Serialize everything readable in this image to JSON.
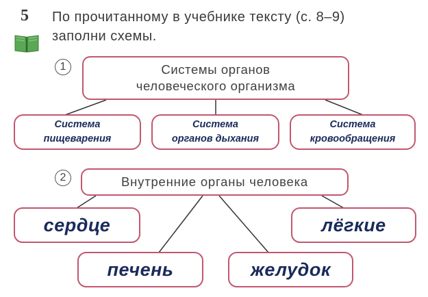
{
  "task": {
    "number": "5",
    "line1": "По прочитанному в учебнике тексту (с. 8–9)",
    "line2": "заполни  схемы."
  },
  "icons": {
    "book": "book-icon"
  },
  "scheme1": {
    "number": "1",
    "title": "Системы  органов\nчеловеческого  организма",
    "items": [
      "Система\nпищеварения",
      "Система\nорганов дыхания",
      "Система\nкровообращения"
    ]
  },
  "scheme2": {
    "number": "2",
    "title": "Внутренние  органы  человека",
    "items": [
      "сердце",
      "лёгкие",
      "печень",
      "желудок"
    ]
  },
  "colors": {
    "box_border": "#c2566f",
    "handwriting": "#1a2a5a",
    "line": "#333333",
    "book_green": "#4f9e4a"
  }
}
